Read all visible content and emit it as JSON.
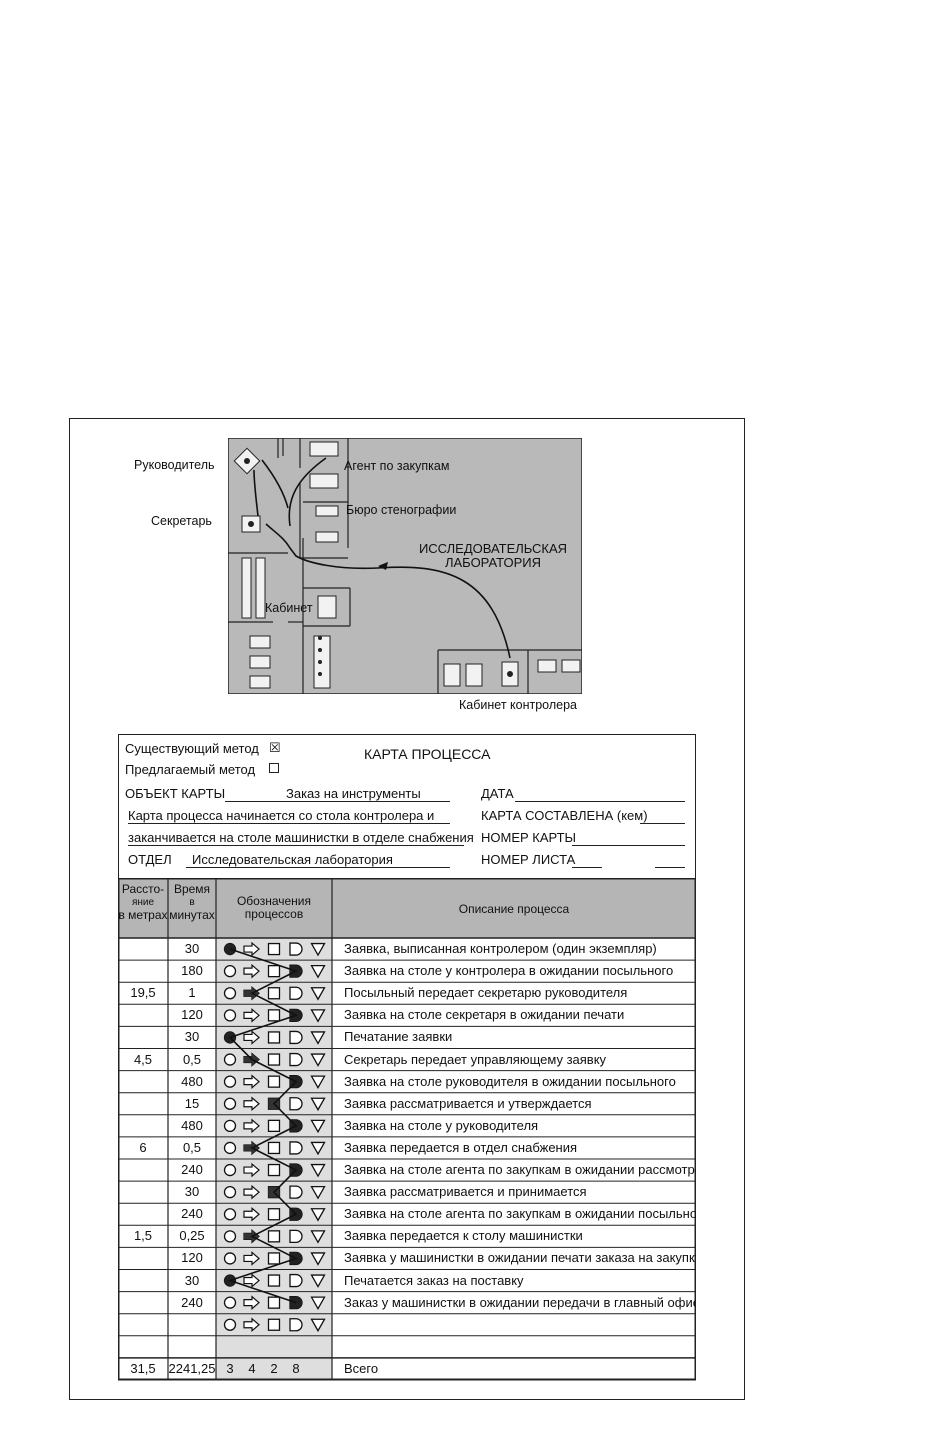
{
  "floor_plan": {
    "labels": {
      "manager": "Руководитель",
      "secretary": "Секретарь",
      "purchasing_agent": "Агент по закупкам",
      "steno_bureau": "Бюро стенографии",
      "lab_line1": "ИССЛЕДОВАТЕЛЬСКАЯ",
      "lab_line2": "ЛАБОРАТОРИЯ",
      "office": "Кабинет",
      "controller_office": "Кабинет контролера"
    }
  },
  "form": {
    "existing_method": "Существующий метод",
    "existing_checked": "☒",
    "proposed_method": "Предлагаемый метод",
    "title": "КАРТА ПРОЦЕССА",
    "chart_object_label": "ОБЪЕКТ КАРТЫ",
    "chart_object_value": "Заказ на инструменты",
    "date_label": "ДАТА",
    "desc_line1": "Карта процесса начинается со стола контролера и",
    "desc_line2": "заканчивается на столе машинистки в отделе снабжения",
    "compiled_by_label": "КАРТА СОСТАВЛЕНА (кем)",
    "chart_number_label": "НОМЕР КАРТЫ",
    "dept_label": "ОТДЕЛ",
    "dept_value": "Исследовательская лаборатория",
    "sheet_number_label": "НОМЕР ЛИСТА"
  },
  "table": {
    "headers": {
      "distance": [
        "Рассто-",
        "яние",
        "в метрах"
      ],
      "time": [
        "Время",
        "в",
        "минутах"
      ],
      "symbols": [
        "Обозначения",
        "процессов"
      ],
      "description": "Описание процесса"
    },
    "rows": [
      {
        "distance": "",
        "time": "30",
        "symbol": 0,
        "description": "Заявка, выписанная контролером (один экземпляр)"
      },
      {
        "distance": "",
        "time": "180",
        "symbol": 3,
        "description": "Заявка на столе у контролера в ожидании посыльного"
      },
      {
        "distance": "19,5",
        "time": "1",
        "symbol": 1,
        "description": "Посыльный передает секретарю руководителя"
      },
      {
        "distance": "",
        "time": "120",
        "symbol": 3,
        "description": "Заявка на столе секретаря в ожидании печати"
      },
      {
        "distance": "",
        "time": "30",
        "symbol": 0,
        "description": "Печатание заявки"
      },
      {
        "distance": "4,5",
        "time": "0,5",
        "symbol": 1,
        "description": "Секретарь передает управляющему заявку"
      },
      {
        "distance": "",
        "time": "480",
        "symbol": 3,
        "description": "Заявка на столе руководителя в ожидании посыльного"
      },
      {
        "distance": "",
        "time": "15",
        "symbol": 2,
        "description": "Заявка рассматривается и утверждается"
      },
      {
        "distance": "",
        "time": "480",
        "symbol": 3,
        "description": "Заявка на столе у руководителя"
      },
      {
        "distance": "6",
        "time": "0,5",
        "symbol": 1,
        "description": "Заявка передается в отдел снабжения"
      },
      {
        "distance": "",
        "time": "240",
        "symbol": 3,
        "description": "Заявка на столе агента по закупкам в ожидании рассмотрения"
      },
      {
        "distance": "",
        "time": "30",
        "symbol": 2,
        "description": "Заявка рассматривается и принимается"
      },
      {
        "distance": "",
        "time": "240",
        "symbol": 3,
        "description": "Заявка на столе агента по закупкам в ожидании посыльного"
      },
      {
        "distance": "1,5",
        "time": "0,25",
        "symbol": 1,
        "description": "Заявка передается к столу машинистки"
      },
      {
        "distance": "",
        "time": "120",
        "symbol": 3,
        "description": "Заявка у машинистки в ожидании печати заказа на закупку"
      },
      {
        "distance": "",
        "time": "30",
        "symbol": 0,
        "description": "Печатается заказ на поставку"
      },
      {
        "distance": "",
        "time": "240",
        "symbol": 3,
        "description": "Заказ у машинистки в ожидании передачи в главный офис"
      },
      {
        "distance": "",
        "time": "",
        "symbol": -1,
        "description": ""
      },
      {
        "distance": "",
        "time": "",
        "symbol": -2,
        "description": ""
      }
    ],
    "total": {
      "distance": "31,5",
      "time": "2241,25",
      "counts": [
        "3",
        "4",
        "2",
        "8"
      ],
      "label": "Всего"
    }
  }
}
